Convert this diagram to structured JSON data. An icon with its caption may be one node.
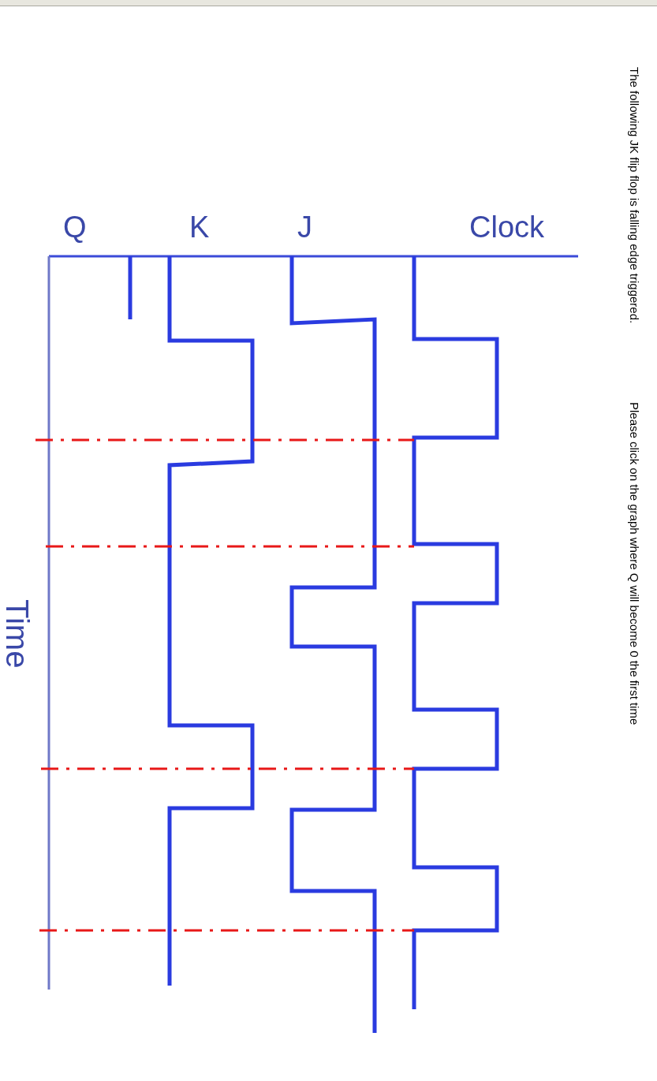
{
  "diagram": {
    "labels": [
      "Q",
      "K",
      "J",
      "Clock",
      "Time",
      "The following JK flip flop is falling edge triggered.",
      "Please click on the graph where Q will become 0 the first time"
    ]
  }
}
